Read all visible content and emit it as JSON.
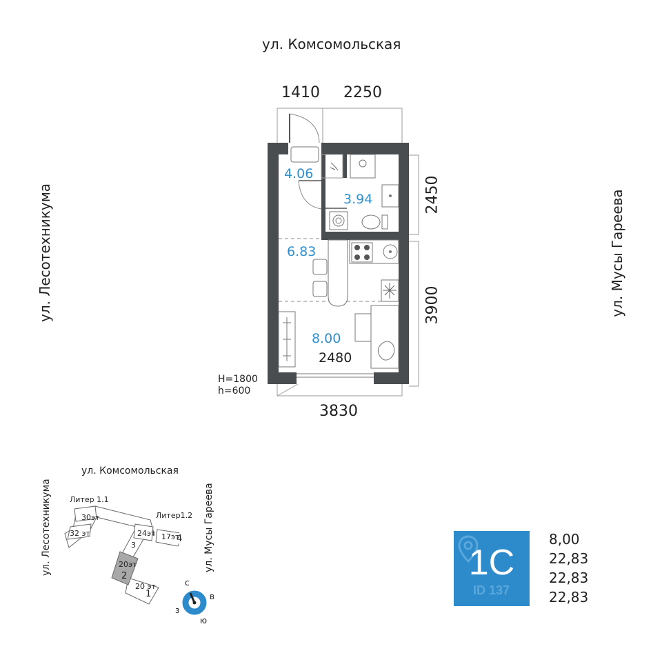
{
  "streets": {
    "top": "ул. Комсомольская",
    "left": "ул. Лесотехникума",
    "right": "ул. Мусы Гареева"
  },
  "dimensions": {
    "top_left": "1410",
    "top_right": "2250",
    "right_upper": "2450",
    "right_lower": "3900",
    "bottom": "3830",
    "room_width": "2480"
  },
  "window_heights": {
    "H": "H=1800",
    "h": "h=600"
  },
  "rooms": [
    {
      "id": "hall",
      "area": "4.06"
    },
    {
      "id": "bathroom",
      "area": "3.94"
    },
    {
      "id": "kitchen",
      "area": "6.83"
    },
    {
      "id": "living",
      "area": "8.00"
    }
  ],
  "site_plan": {
    "street_top": "ул. Комсомольская",
    "street_left": "ул. Лесотехникума",
    "street_right": "ул. Мусы Гареева",
    "liter_1_1": "Литер 1.1",
    "liter_1_2": "Литер1.2",
    "buildings": [
      {
        "floors": "30эт",
        "number": ""
      },
      {
        "floors": "32 эт",
        "number": ""
      },
      {
        "floors": "24эт",
        "number": "3"
      },
      {
        "floors": "17эт",
        "number": "4"
      },
      {
        "floors": "20эт",
        "number": "2"
      },
      {
        "floors": "20 эт",
        "number": "1"
      }
    ],
    "compass": {
      "n": "с",
      "e": "в",
      "s": "ю",
      "w": "з"
    }
  },
  "unit_badge": {
    "label": "1С",
    "watermark": "ID 137"
  },
  "totals": [
    "8,00",
    "22,83",
    "22,83",
    "22,83"
  ],
  "colors": {
    "accent": "#2e8bcb",
    "wall": "#4a4d50",
    "highlight": "#a8a8a8"
  }
}
